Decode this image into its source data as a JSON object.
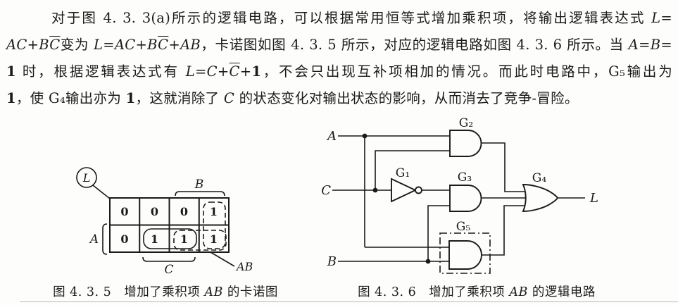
{
  "colors": {
    "ink": "#1a1a1a",
    "paper": "#fdfdfb",
    "bottom_rule": "#b9b9b9"
  },
  "paragraph": {
    "lines": [
      {
        "indent": true,
        "justify": true,
        "segments": [
          {
            "s": "c",
            "t": "对于图 4. 3. 3(a)所示的逻辑电路，可以根据常用恒等式增加乘积项，将输出逻辑表达式 "
          },
          {
            "s": "v",
            "t": "L"
          },
          {
            "s": "c",
            "t": "="
          }
        ]
      },
      {
        "justify": true,
        "segments": [
          {
            "s": "v",
            "t": "AC"
          },
          {
            "s": "c",
            "t": "+"
          },
          {
            "s": "v",
            "t": "B"
          },
          {
            "s": "vb",
            "t": "C"
          },
          {
            "s": "c",
            "t": "变为 "
          },
          {
            "s": "v",
            "t": "L"
          },
          {
            "s": "c",
            "t": "="
          },
          {
            "s": "v",
            "t": "AC"
          },
          {
            "s": "c",
            "t": "+"
          },
          {
            "s": "v",
            "t": "B"
          },
          {
            "s": "vb",
            "t": "C"
          },
          {
            "s": "c",
            "t": "+"
          },
          {
            "s": "v",
            "t": "AB"
          },
          {
            "s": "c",
            "t": "，卡诺图如图 4. 3. 5 所示，对应的逻辑电路如图 4. 3. 6 所示。当 "
          },
          {
            "s": "v",
            "t": "A"
          },
          {
            "s": "c",
            "t": "="
          },
          {
            "s": "v",
            "t": "B"
          },
          {
            "s": "c",
            "t": "="
          }
        ]
      },
      {
        "justify": true,
        "segments": [
          {
            "s": "b",
            "t": "1"
          },
          {
            "s": "c",
            "t": " 时，根据逻辑表达式有 "
          },
          {
            "s": "v",
            "t": "L"
          },
          {
            "s": "c",
            "t": "="
          },
          {
            "s": "v",
            "t": "C"
          },
          {
            "s": "c",
            "t": "+"
          },
          {
            "s": "vb",
            "t": "C"
          },
          {
            "s": "c",
            "t": "+"
          },
          {
            "s": "b",
            "t": "1"
          },
          {
            "s": "c",
            "t": "，不会只出现互补项相加的情况。而此时电路中，G₅输出为"
          }
        ]
      },
      {
        "segments": [
          {
            "s": "b",
            "t": "1"
          },
          {
            "s": "c",
            "t": "，使 G₄输出亦为 "
          },
          {
            "s": "b",
            "t": "1"
          },
          {
            "s": "c",
            "t": "，这就消除了 "
          },
          {
            "s": "v",
            "t": "C"
          },
          {
            "s": "c",
            "t": " 的状态变化对输出状态的影响，从而消去了竞争-冒险。"
          }
        ]
      }
    ]
  },
  "figures": {
    "kmap": {
      "labels": {
        "output": "L",
        "row": "A",
        "col_b": "B",
        "col_c": "C",
        "loop": "AB"
      },
      "cells": [
        [
          "0",
          "0",
          "0",
          "1"
        ],
        [
          "0",
          "1",
          "1",
          "1"
        ]
      ],
      "caption_segments": [
        {
          "s": "c",
          "t": "图 4. 3. 5　增加了乘积项 "
        },
        {
          "s": "v",
          "t": "AB"
        },
        {
          "s": "c",
          "t": " 的卡诺图"
        }
      ]
    },
    "circuit": {
      "labels": {
        "g1": "G₁",
        "g2": "G₂",
        "g3": "G₃",
        "g4": "G₄",
        "g5": "G₅",
        "input_a": "A",
        "input_c": "C",
        "input_b": "B",
        "output": "L"
      },
      "caption_segments": [
        {
          "s": "c",
          "t": "图 4. 3. 6　增加了乘积项 "
        },
        {
          "s": "v",
          "t": "AB"
        },
        {
          "s": "c",
          "t": " 的逻辑电路"
        }
      ]
    }
  }
}
